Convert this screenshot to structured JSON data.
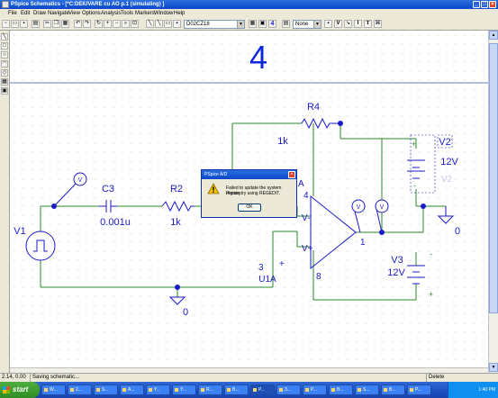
{
  "window": {
    "title": "PSpice Schematics - [*C:DEIUVARE cu AO p.1 (simulating) ]"
  },
  "menu": [
    "File",
    "Edit",
    "Draw",
    "Navigate",
    "View",
    "Options",
    "Analysis",
    "Tools",
    "Markers",
    "Window",
    "Help"
  ],
  "toolbar": {
    "part_select": "D02CZ18",
    "attr_select": "None",
    "letter_v": "V",
    "letter_i": "I",
    "text_tool": "T",
    "symbol_4": "4"
  },
  "schematic": {
    "title_number": "4",
    "labels": {
      "r4": "R4",
      "r4_value": "1k",
      "c3": "C3",
      "c3_value": "0.001u",
      "r2": "R2",
      "r2_value": "1k",
      "v1": "V1",
      "v2": "V2",
      "v2_value": "12V",
      "v2_ghost": "V2",
      "v3": "V3",
      "v3_value": "12V",
      "opamp_name": "U1A",
      "pin_vminus": "V-",
      "pin_vplus": "V+",
      "pin_out": "1",
      "pin_4": "4",
      "pin_8": "8",
      "pin_3": "3",
      "pin_a": "A",
      "ground_left": "0",
      "ground_right": "0",
      "marker_v": "V",
      "plus": "+",
      "minus": "-"
    }
  },
  "dialog": {
    "title": "PSpice A/D",
    "message_line1": "Failed to update the system registry.",
    "message_line2": "Please try using REGEDIT.",
    "ok_label": "OK"
  },
  "status": {
    "coords": "2.14, 0.00",
    "message": "Saving schematic...",
    "mode": "Delete"
  },
  "taskbar": {
    "start_label": "start",
    "tasks": [
      "W...",
      "2...",
      "S...",
      "A...",
      "Y...",
      "Y...",
      "R...",
      "B...",
      "P...",
      "3...",
      "P...",
      "B...",
      "S...",
      "B...",
      "P..."
    ],
    "clock": "1:40 PM"
  },
  "colors": {
    "wire": "#2a8a2a",
    "part": "#1a1ac8",
    "node": "#1a1ac8",
    "title_blue": "#0a28d8"
  }
}
